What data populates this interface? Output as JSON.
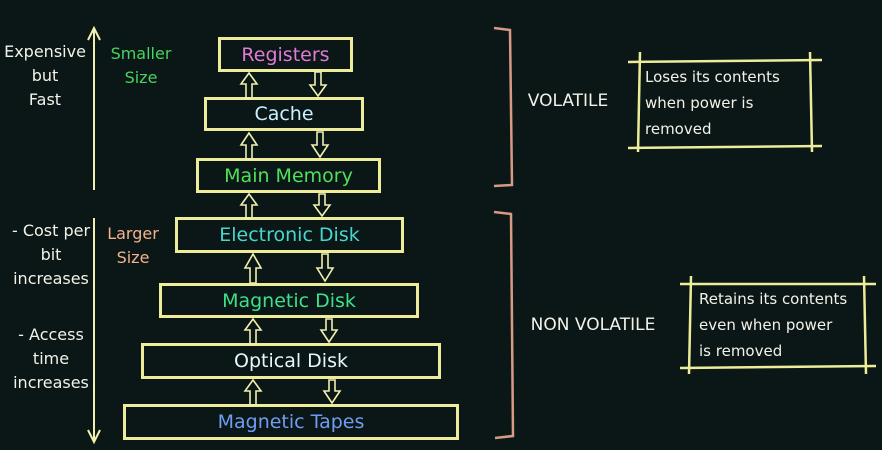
{
  "left": {
    "top_note": "Expensive\nbut\nFast",
    "bottom_note_1": "- Cost per\nbit\nincreases",
    "bottom_note_2": "- Access\ntime\nincreases",
    "smaller_size": "Smaller\nSize",
    "larger_size": "Larger\nSize"
  },
  "levels": [
    {
      "label": "Registers",
      "color": "#e07ad6"
    },
    {
      "label": "Cache",
      "color": "#c9f1ff"
    },
    {
      "label": "Main Memory",
      "color": "#4fe05a"
    },
    {
      "label": "Electronic Disk",
      "color": "#49d6cf"
    },
    {
      "label": "Magnetic Disk",
      "color": "#3ee08a"
    },
    {
      "label": "Optical Disk",
      "color": "#e8f6ff"
    },
    {
      "label": "Magnetic Tapes",
      "color": "#6f9df2"
    }
  ],
  "groups": {
    "volatile_label": "VOLATILE",
    "volatile_note": "Loses its contents\nwhen power is\nremoved",
    "nonvolatile_label": "NON VOLATILE",
    "nonvolatile_note": "Retains its contents\neven when power\nis removed"
  },
  "colors": {
    "box_border": "#ecec9a",
    "arrow": "#f0f0b0",
    "bracket": "#d79a85",
    "smaller_text": "#49d35e",
    "larger_text": "#f2b38c"
  }
}
